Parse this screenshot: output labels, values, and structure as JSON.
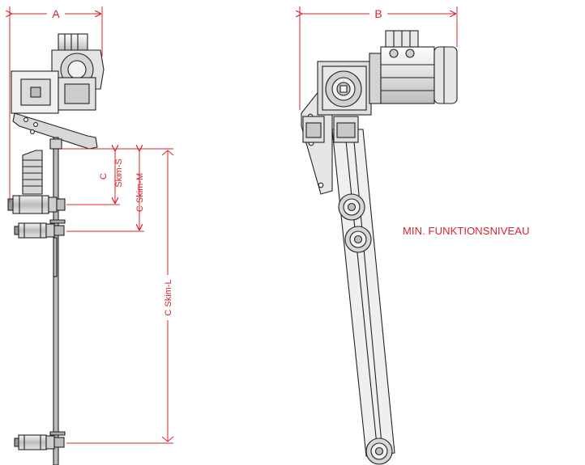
{
  "labels": {
    "dim_a": "A",
    "dim_b": "B",
    "dim_c_top": "C",
    "dim_c_skim_s": "Skim-S",
    "dim_c_skim_m": "C Skim-M",
    "dim_c_skim_l": "C Skim-L",
    "note": "MIN. FUNKTIONSNIVEAU"
  },
  "colors": {
    "dimension": "#d9232e",
    "outline": "#222222",
    "fill_light": "#ececec",
    "fill_mid": "#cfcfcf",
    "fill_dark": "#9a9a9a"
  }
}
